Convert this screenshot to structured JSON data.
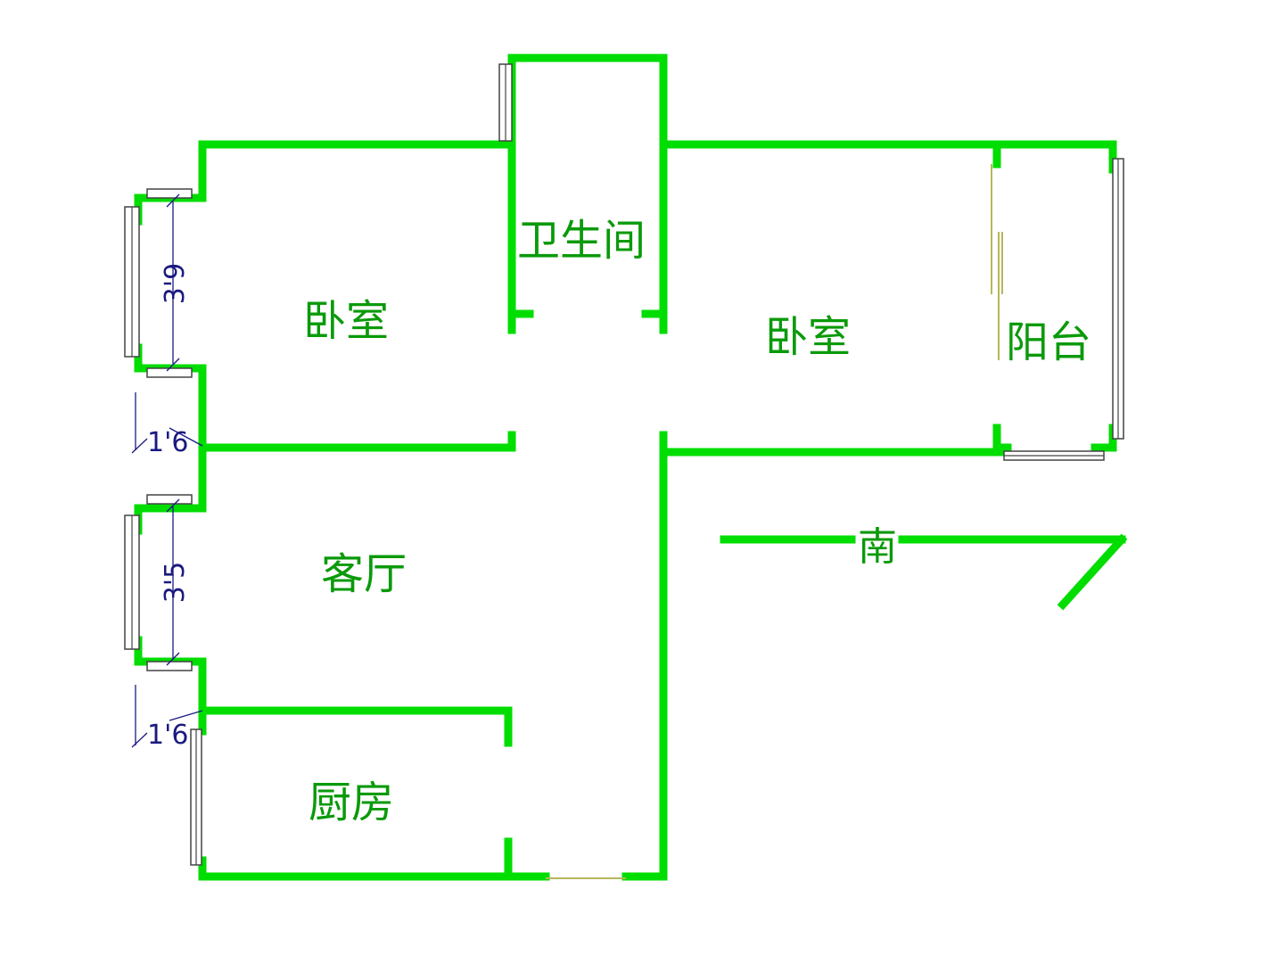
{
  "rooms": {
    "bedroom_left": "卧室",
    "bedroom_right": "卧室",
    "bathroom": "卫生间",
    "balcony": "阳台",
    "living_room": "客厅",
    "kitchen": "厨房"
  },
  "dimensions": {
    "window_upper": "3'9",
    "gap_upper": "1'6",
    "window_lower": "3'5",
    "gap_lower": "1'6"
  },
  "compass": {
    "direction": "南"
  },
  "colors": {
    "wall": "#00dd00",
    "label": "#0a9a0a",
    "dimension": "#1a1a80",
    "door": "#b5b85a"
  }
}
